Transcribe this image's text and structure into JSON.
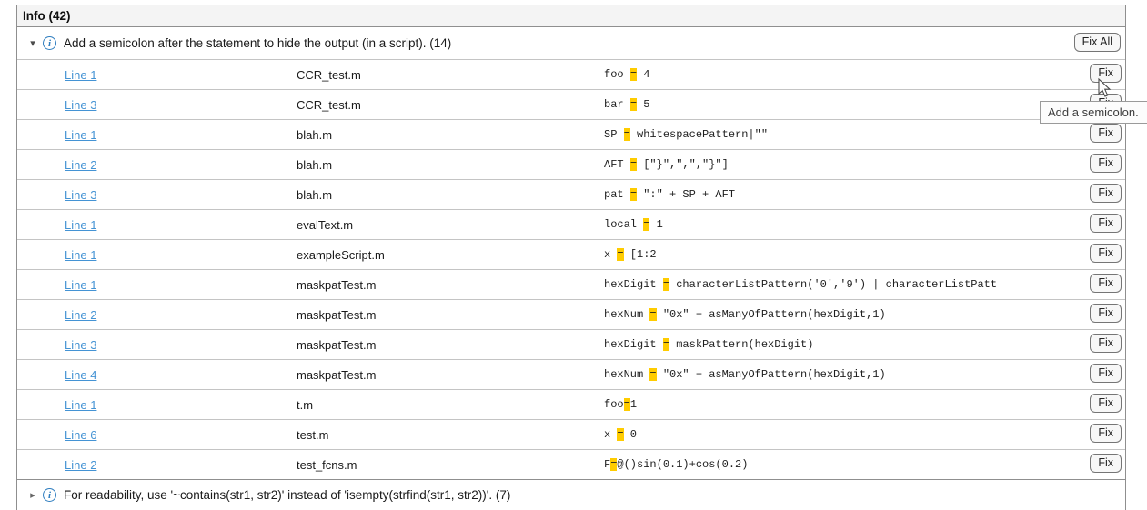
{
  "header": {
    "title": "Info (42)"
  },
  "group": {
    "label": "Add a semicolon after the statement to hide the output (in a script). (14)",
    "fix_all_label": "Fix All"
  },
  "icons": {
    "collapse": "▾",
    "expand": "▸",
    "info": "i"
  },
  "rows": [
    {
      "line": "Line 1",
      "file": "CCR_test.m",
      "code_pre": "foo ",
      "code_eq": "=",
      "code_post": " 4",
      "fix_label": "Fix"
    },
    {
      "line": "Line 3",
      "file": "CCR_test.m",
      "code_pre": "bar ",
      "code_eq": "=",
      "code_post": " 5",
      "fix_label": "Fix"
    },
    {
      "line": "Line 1",
      "file": "blah.m",
      "code_pre": "SP ",
      "code_eq": "=",
      "code_post": " whitespacePattern|\"\"",
      "fix_label": "Fix"
    },
    {
      "line": "Line 2",
      "file": "blah.m",
      "code_pre": "AFT ",
      "code_eq": "=",
      "code_post": " [\"}\",\",\",\"}\"]",
      "fix_label": "Fix"
    },
    {
      "line": "Line 3",
      "file": "blah.m",
      "code_pre": "pat ",
      "code_eq": "=",
      "code_post": " \":\" + SP + AFT",
      "fix_label": "Fix"
    },
    {
      "line": "Line 1",
      "file": "evalText.m",
      "code_pre": "local ",
      "code_eq": "=",
      "code_post": " 1",
      "fix_label": "Fix"
    },
    {
      "line": "Line 1",
      "file": "exampleScript.m",
      "code_pre": "x ",
      "code_eq": "=",
      "code_post": " [1:2",
      "fix_label": "Fix"
    },
    {
      "line": "Line 1",
      "file": "maskpatTest.m",
      "code_pre": "hexDigit ",
      "code_eq": "=",
      "code_post": " characterListPattern('0','9') | characterListPatt",
      "fix_label": "Fix"
    },
    {
      "line": "Line 2",
      "file": "maskpatTest.m",
      "code_pre": "hexNum ",
      "code_eq": "=",
      "code_post": " \"0x\" + asManyOfPattern(hexDigit,1)",
      "fix_label": "Fix"
    },
    {
      "line": "Line 3",
      "file": "maskpatTest.m",
      "code_pre": "hexDigit ",
      "code_eq": "=",
      "code_post": " maskPattern(hexDigit)",
      "fix_label": "Fix"
    },
    {
      "line": "Line 4",
      "file": "maskpatTest.m",
      "code_pre": "hexNum ",
      "code_eq": "=",
      "code_post": " \"0x\" + asManyOfPattern(hexDigit,1)",
      "fix_label": "Fix"
    },
    {
      "line": "Line 1",
      "file": "t.m",
      "code_pre": "foo",
      "code_eq": "=",
      "code_post": "1",
      "fix_label": "Fix"
    },
    {
      "line": "Line 6",
      "file": "test.m",
      "code_pre": "x ",
      "code_eq": "=",
      "code_post": " 0",
      "fix_label": "Fix"
    },
    {
      "line": "Line 2",
      "file": "test_fcns.m",
      "code_pre": "F",
      "code_eq": "=",
      "code_post": "@()sin(0.1)+cos(0.2)",
      "fix_label": "Fix"
    }
  ],
  "tooltip": {
    "text": "Add a semicolon."
  },
  "footer_group": {
    "label": "For readability, use '~contains(str1, str2)' instead of 'isempty(strfind(str1, str2))'. (7)"
  },
  "colors": {
    "link_blue": "#4493d4",
    "info_icon_blue": "#2e7dbf",
    "highlight_yellow": "#ffcc00",
    "border_gray": "#8f8f8f",
    "row_separator": "#c4c4c4",
    "header_bg": "#f4f4f4",
    "button_bg": "#f7f7f7"
  }
}
